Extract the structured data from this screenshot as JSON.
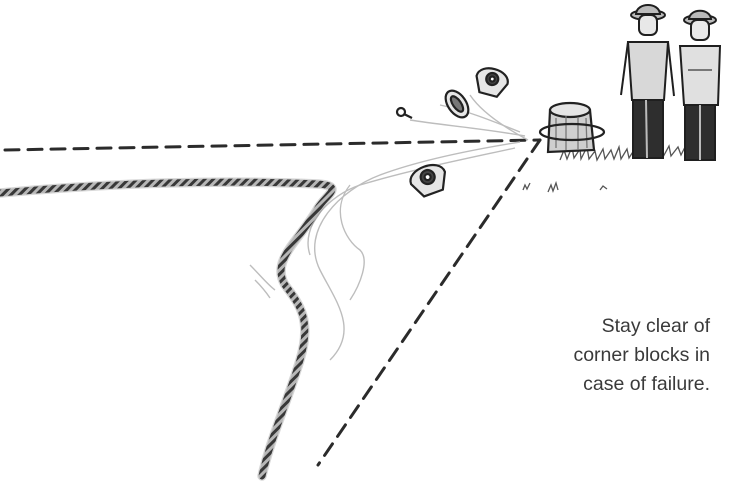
{
  "caption": {
    "line1": "Stay clear of",
    "line2": "corner blocks in",
    "line3": "case of failure."
  },
  "colors": {
    "ink": "#2b2b2b",
    "rope": "#3d3d3d",
    "text": "#3a3a3a",
    "motion": "#bdbdbd"
  },
  "illustration": {
    "subjects": [
      "person-icon",
      "person-icon",
      "stake-icon",
      "pulley-block-icon",
      "pulley-block-icon",
      "rope-icon"
    ]
  }
}
